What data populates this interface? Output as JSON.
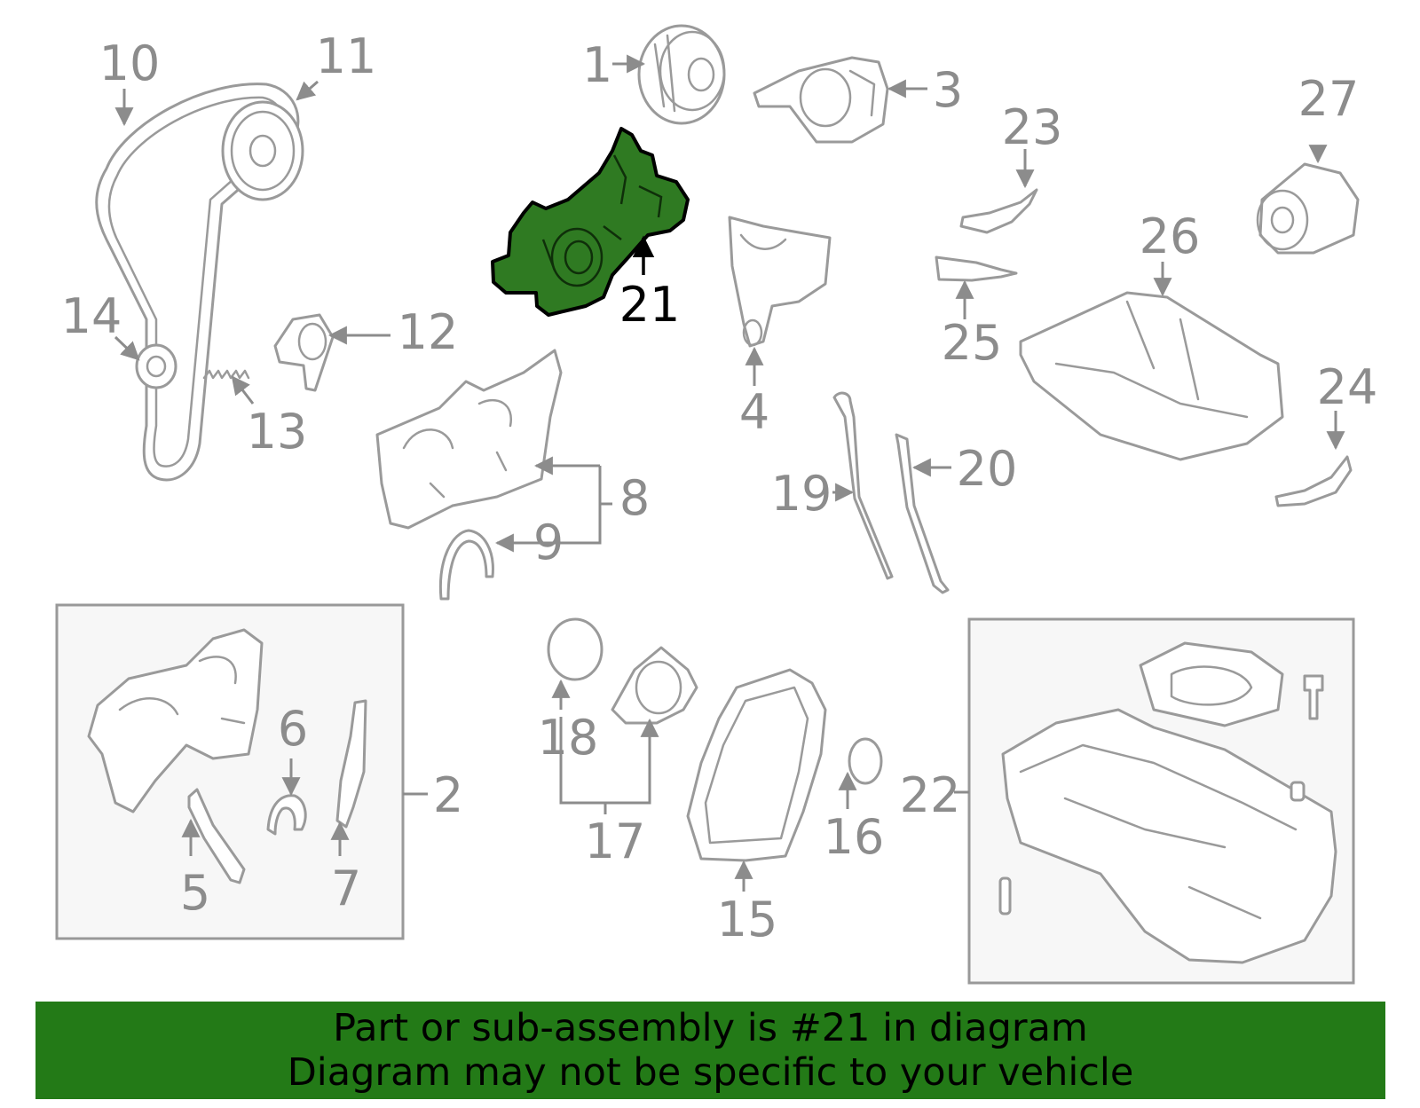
{
  "highlight_color": "#237a17",
  "highlighted_part": "21",
  "callouts": [
    "1",
    "2",
    "3",
    "4",
    "5",
    "6",
    "7",
    "8",
    "9",
    "10",
    "11",
    "12",
    "13",
    "14",
    "15",
    "16",
    "17",
    "18",
    "19",
    "20",
    "21",
    "22",
    "23",
    "24",
    "25",
    "26",
    "27"
  ],
  "banner": {
    "line1": "Part or sub-assembly is #21 in diagram",
    "line2": "Diagram may not be specific to your vehicle"
  }
}
